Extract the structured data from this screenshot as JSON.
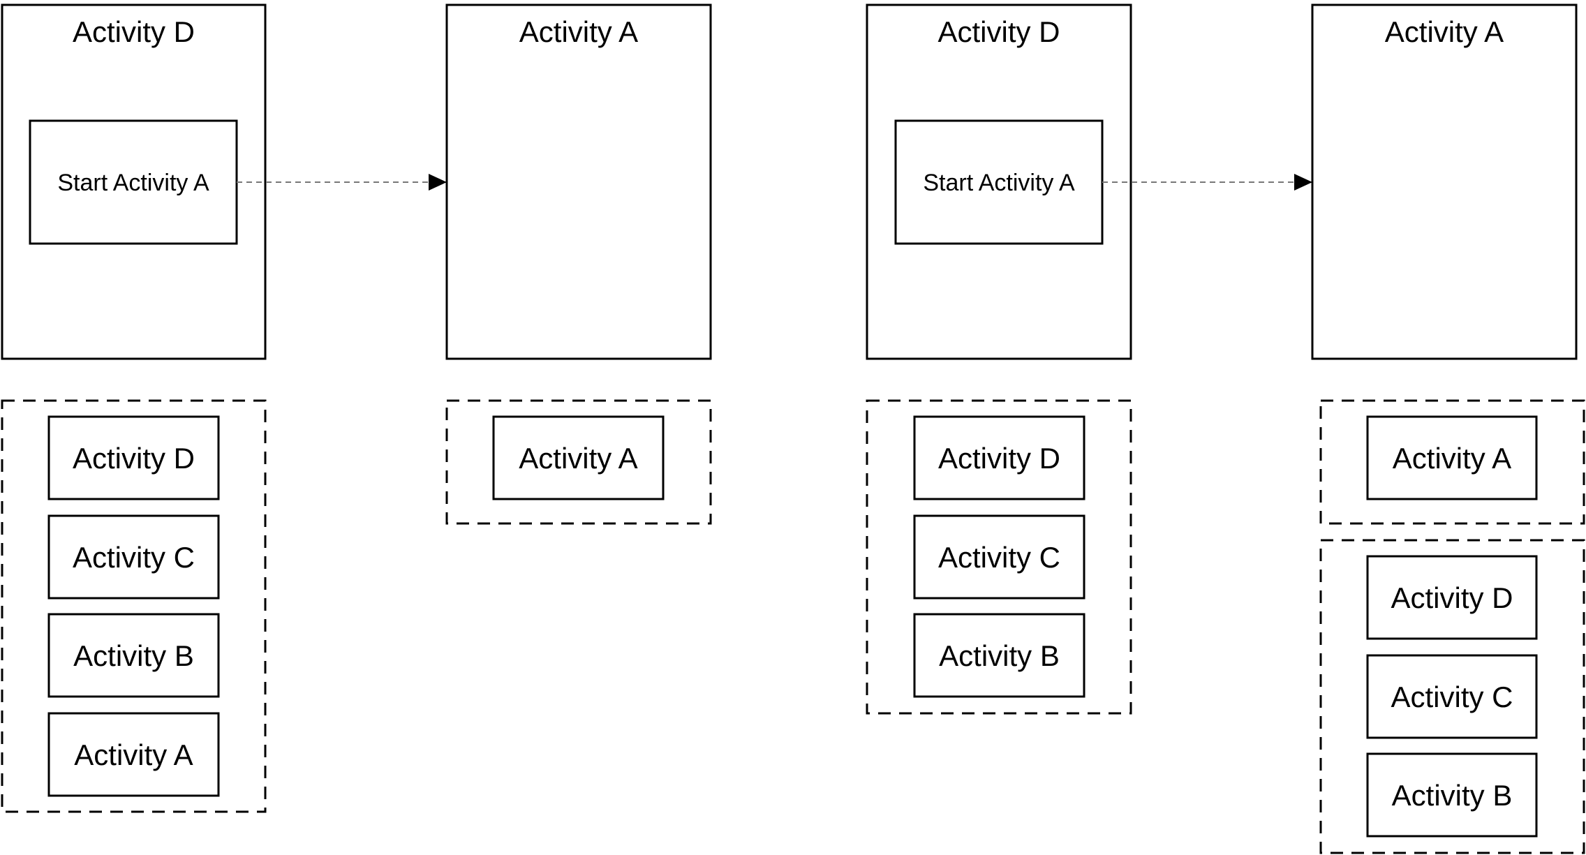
{
  "panels": [
    {
      "screen": {
        "title": "Activity D",
        "button_label": "Start Activity A"
      },
      "stacks": [
        {
          "items": [
            "Activity D",
            "Activity C",
            "Activity B",
            "Activity A"
          ]
        }
      ]
    },
    {
      "screen": {
        "title": "Activity A"
      },
      "stacks": [
        {
          "items": [
            "Activity A"
          ]
        }
      ]
    },
    {
      "screen": {
        "title": "Activity D",
        "button_label": "Start Activity A"
      },
      "stacks": [
        {
          "items": [
            "Activity D",
            "Activity C",
            "Activity B"
          ]
        }
      ]
    },
    {
      "screen": {
        "title": "Activity A"
      },
      "stacks": [
        {
          "items": [
            "Activity A"
          ]
        },
        {
          "items": [
            "Activity D",
            "Activity C",
            "Activity B"
          ]
        }
      ]
    }
  ],
  "connectors": [
    {
      "from": "panel-1-button",
      "to": "panel-2-screen"
    },
    {
      "from": "panel-3-button",
      "to": "panel-4-screen"
    }
  ]
}
